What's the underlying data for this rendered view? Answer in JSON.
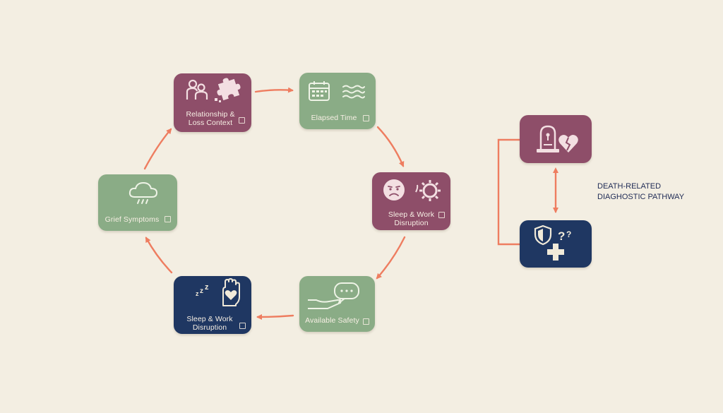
{
  "colors": {
    "background": "#f3eee2",
    "mauve": "#8e4e69",
    "sage": "#8aac86",
    "navy": "#1f3762",
    "arrow": "#ee7d60"
  },
  "cycle": {
    "nodes": [
      {
        "id": "relationship",
        "label_lines": [
          "Relationship &",
          "Loss Context"
        ],
        "color": "mauve",
        "icons": [
          "people-icon",
          "puzzle-icon"
        ]
      },
      {
        "id": "elapsed",
        "label_lines": [
          "Elapsed Time"
        ],
        "color": "sage",
        "icons": [
          "calendar-icon",
          "waves-icon"
        ]
      },
      {
        "id": "sleep-work-top",
        "label_lines": [
          "Sleep & Work",
          "Disruption"
        ],
        "color": "mauve",
        "icons": [
          "sad-face-icon",
          "gear-icon"
        ]
      },
      {
        "id": "safety",
        "label_lines": [
          "Available Safety"
        ],
        "color": "sage",
        "icons": [
          "hand-speech-bubble-icon"
        ]
      },
      {
        "id": "sleep-work-bottom",
        "label_lines": [
          "Sleep & Work",
          "Disruption"
        ],
        "color": "navy",
        "icons": [
          "moon-zzz-icon",
          "hand-heart-icon"
        ]
      },
      {
        "id": "grief",
        "label_lines": [
          "Grief Symptoms"
        ],
        "color": "sage",
        "icons": [
          "rain-cloud-icon"
        ]
      }
    ]
  },
  "pathway": {
    "title_lines": [
      "DEATH-RELATED",
      "DIAGHOSTIC PATHWAY"
    ],
    "nodes": [
      {
        "id": "death",
        "color": "mauve",
        "icons": [
          "gravestone-icon",
          "broken-heart-icon"
        ]
      },
      {
        "id": "diagnosis",
        "color": "navy",
        "icons": [
          "shield-icon",
          "question-mark-icon",
          "medical-cross-icon"
        ]
      }
    ]
  }
}
